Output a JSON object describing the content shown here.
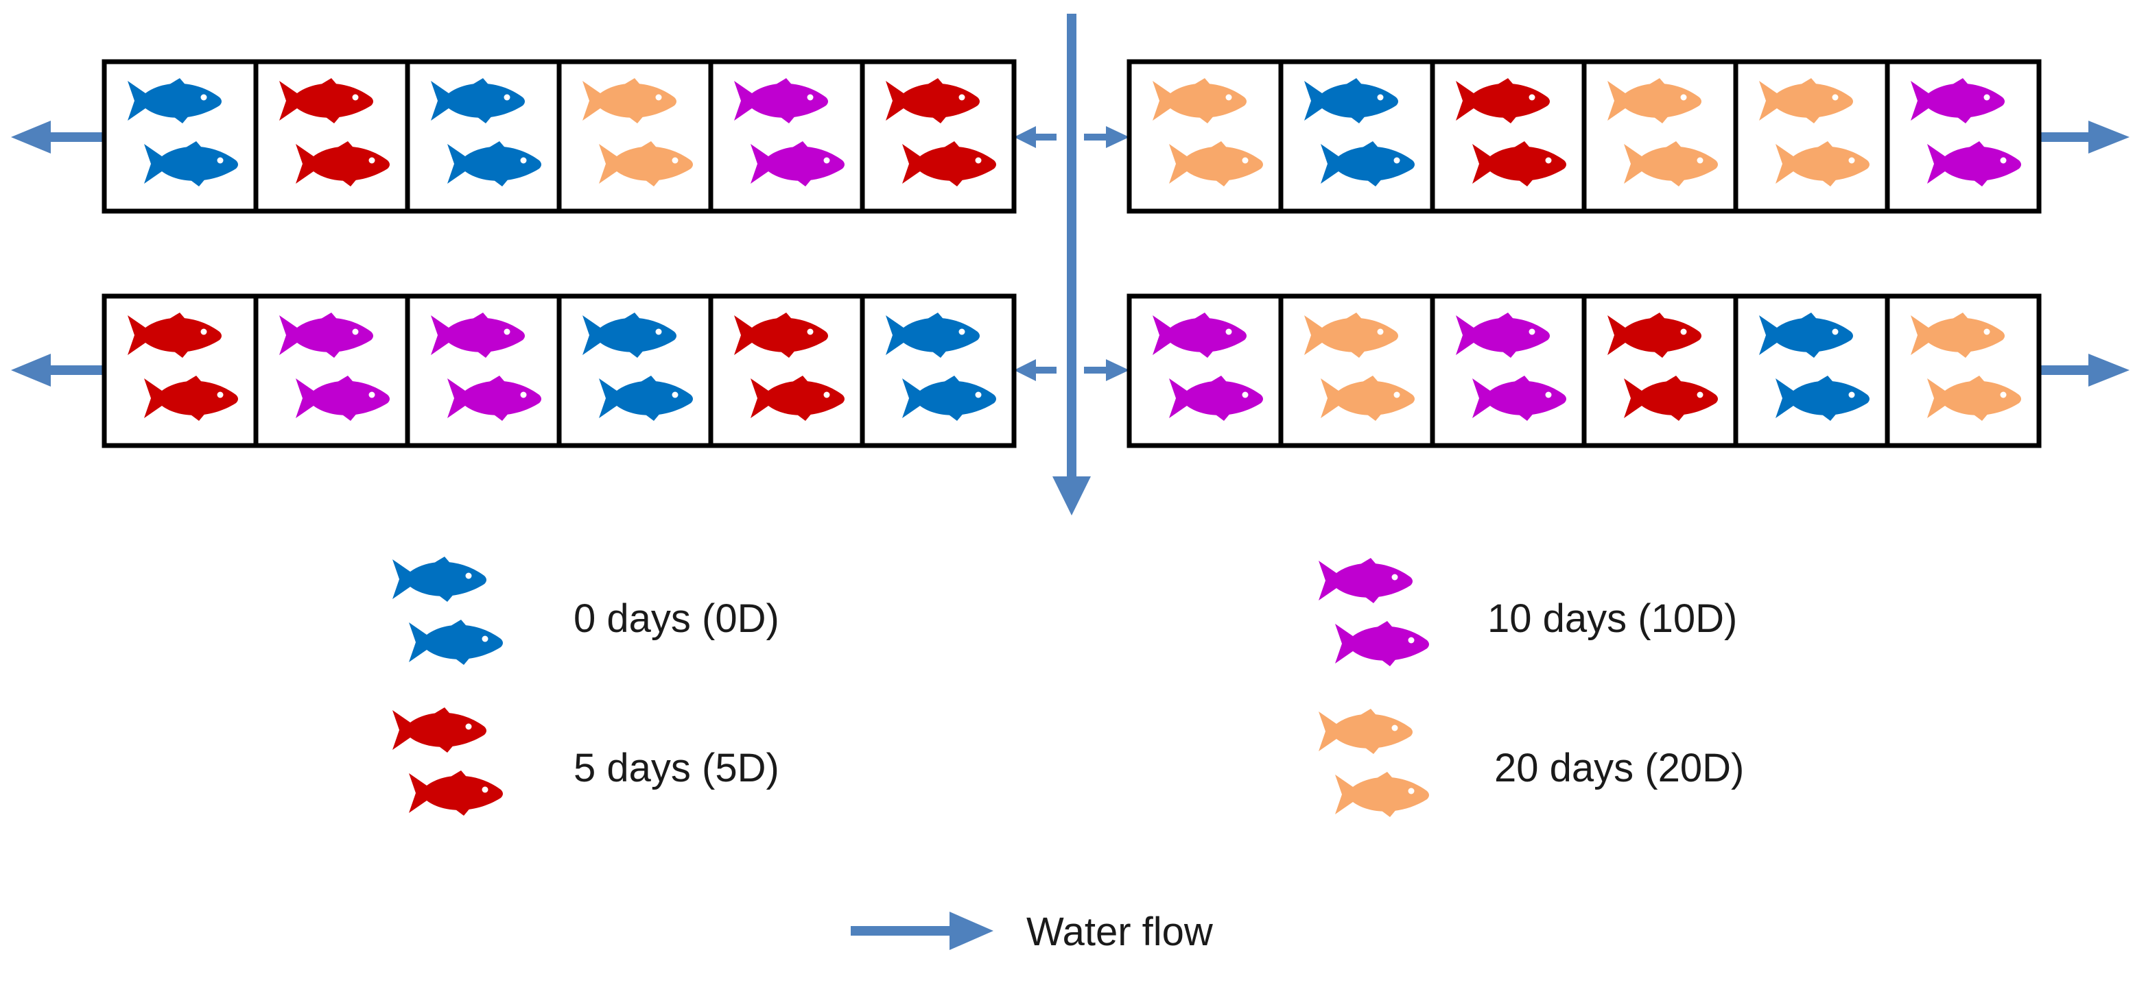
{
  "colors": {
    "flow_arrow": "#4f81bd",
    "tank_border": "#000000",
    "0D": "#0070c0",
    "5D": "#cc0000",
    "10D": "#bf00d0",
    "20D": "#f8a86a"
  },
  "tank_rows": [
    [
      "0D",
      "5D",
      "0D",
      "20D",
      "10D",
      "5D"
    ],
    [
      "20D",
      "0D",
      "5D",
      "20D",
      "20D",
      "10D"
    ],
    [
      "5D",
      "10D",
      "10D",
      "0D",
      "5D",
      "0D"
    ],
    [
      "10D",
      "20D",
      "10D",
      "5D",
      "0D",
      "20D"
    ]
  ],
  "legend": [
    {
      "group": "0D",
      "label": "0 days (0D)"
    },
    {
      "group": "5D",
      "label": "5 days (5D)"
    },
    {
      "group": "10D",
      "label": "10 days (10D)"
    },
    {
      "group": "20D",
      "label": "20 days (20D)"
    }
  ],
  "flow_legend": {
    "label": "Water flow"
  },
  "icons": {
    "fish": "fish-icon",
    "arrow": "arrow-icon"
  }
}
